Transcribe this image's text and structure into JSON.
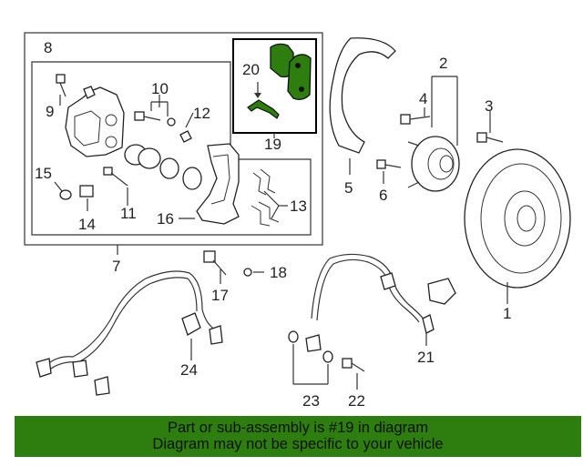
{
  "labels": {
    "l1": "1",
    "l2": "2",
    "l3": "3",
    "l4": "4",
    "l5": "5",
    "l6": "6",
    "l7": "7",
    "l8": "8",
    "l9": "9",
    "l10": "10",
    "l11": "11",
    "l12": "12",
    "l13": "13",
    "l14": "14",
    "l15": "15",
    "l16": "16",
    "l17": "17",
    "l18": "18",
    "l19": "19",
    "l20": "20",
    "l21": "21",
    "l22": "22",
    "l23": "23",
    "l24": "24"
  },
  "highlight_color": "#2d7d0f",
  "banner": {
    "line1": "Part or sub-assembly is #19 in diagram",
    "line2": "Diagram may not be specific to your vehicle"
  }
}
